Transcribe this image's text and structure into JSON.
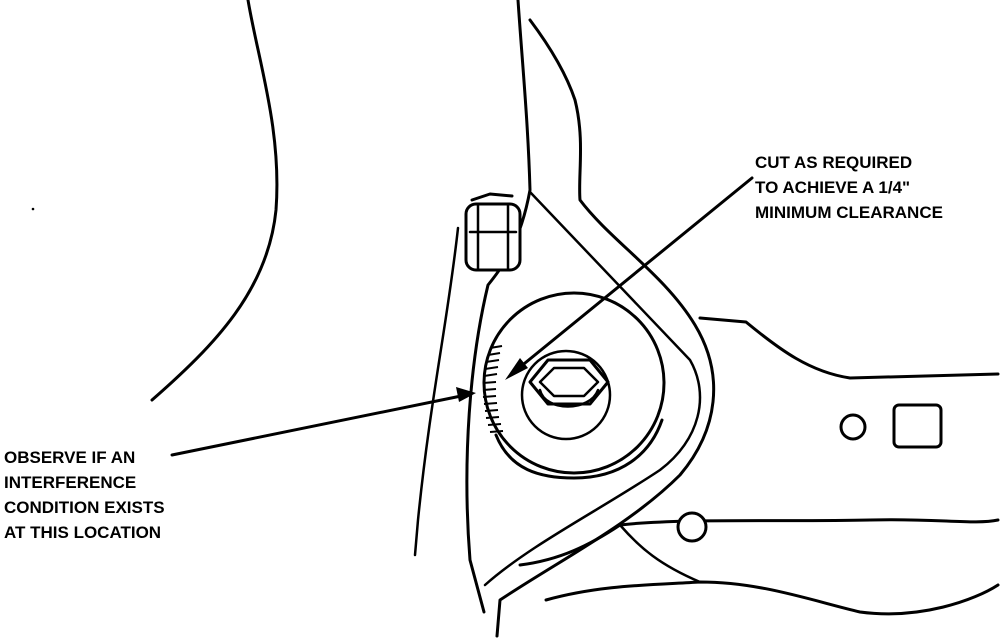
{
  "callouts": {
    "cut": {
      "lines": [
        "CUT AS REQUIRED",
        "TO ACHIEVE A 1/4\"",
        "MINIMUM CLEARANCE"
      ]
    },
    "observe": {
      "lines": [
        "OBSERVE IF AN",
        "INTERFERENCE",
        "CONDITION EXISTS",
        "AT THIS LOCATION"
      ]
    }
  }
}
